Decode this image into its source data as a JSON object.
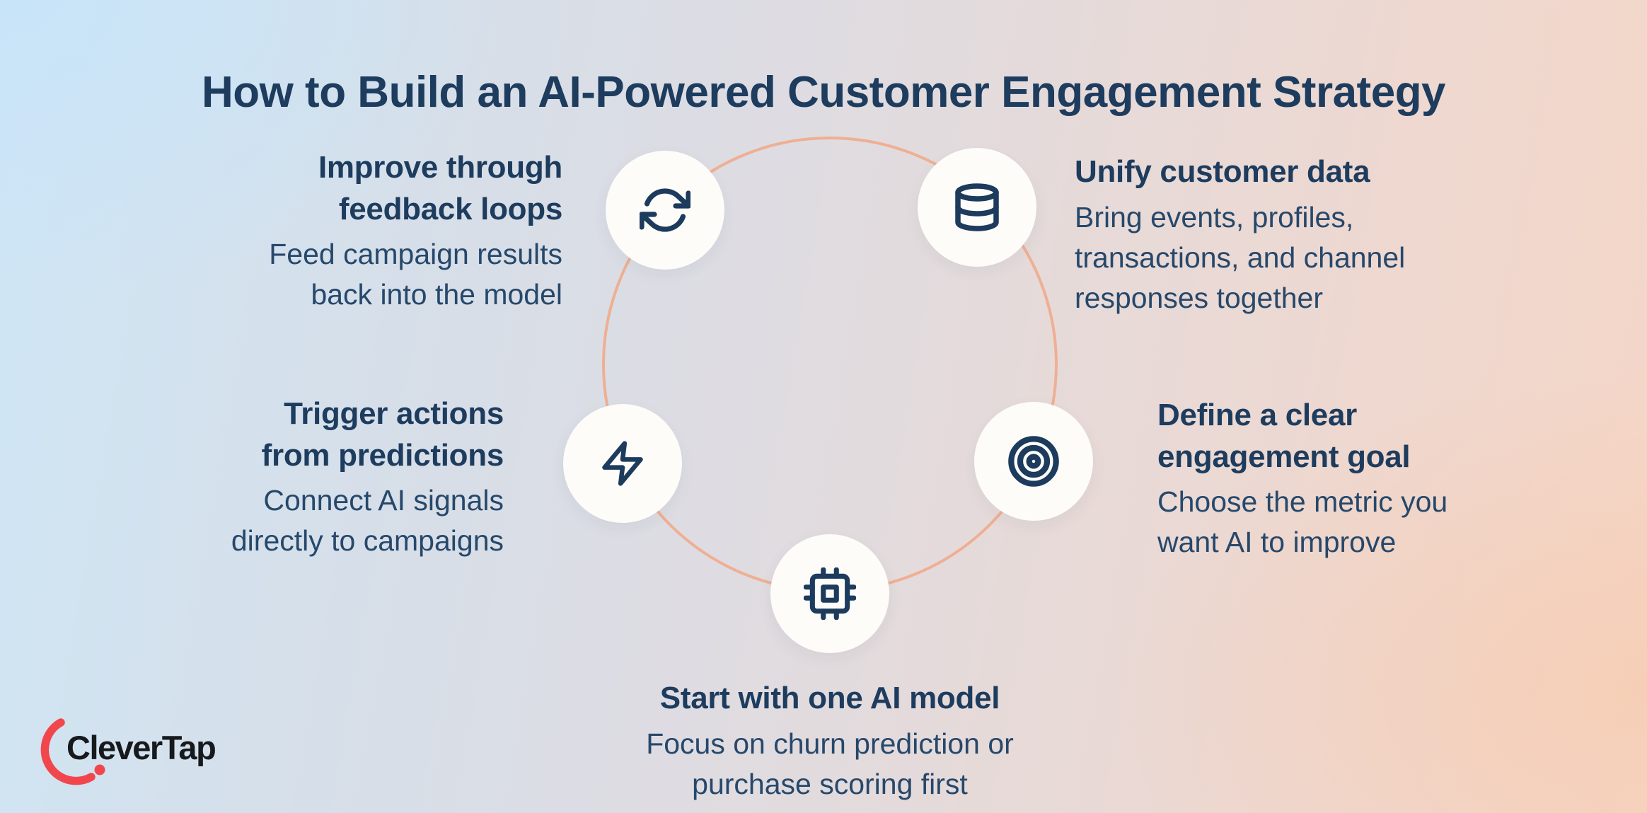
{
  "title": "How to Build an AI-Powered Customer Engagement Strategy",
  "steps": [
    {
      "id": "feedback",
      "icon": "sync-icon",
      "heading": "Improve through\nfeedback loops",
      "body": "Feed campaign results\nback into the model"
    },
    {
      "id": "unify",
      "icon": "database-icon",
      "heading": "Unify customer data",
      "body": "Bring events, profiles,\ntransactions, and channel\nresponses together"
    },
    {
      "id": "trigger",
      "icon": "bolt-icon",
      "heading": "Trigger actions\nfrom predictions",
      "body": "Connect AI signals\ndirectly to campaigns"
    },
    {
      "id": "define",
      "icon": "target-icon",
      "heading": "Define a clear\nengagement goal",
      "body": "Choose the metric you\nwant AI to improve"
    },
    {
      "id": "start",
      "icon": "chip-icon",
      "heading": "Start with one AI model",
      "body": "Focus on churn prediction or\npurchase scoring first"
    }
  ],
  "brand": {
    "name": "CleverTap"
  },
  "colors": {
    "heading": "#1d3c5e",
    "body": "#26486b",
    "icon": "#1c3b5d",
    "ring": "#efaf93",
    "circle_fill": "#fdfcf9",
    "brand_red": "#f2464d",
    "brand_text": "#17191c"
  }
}
